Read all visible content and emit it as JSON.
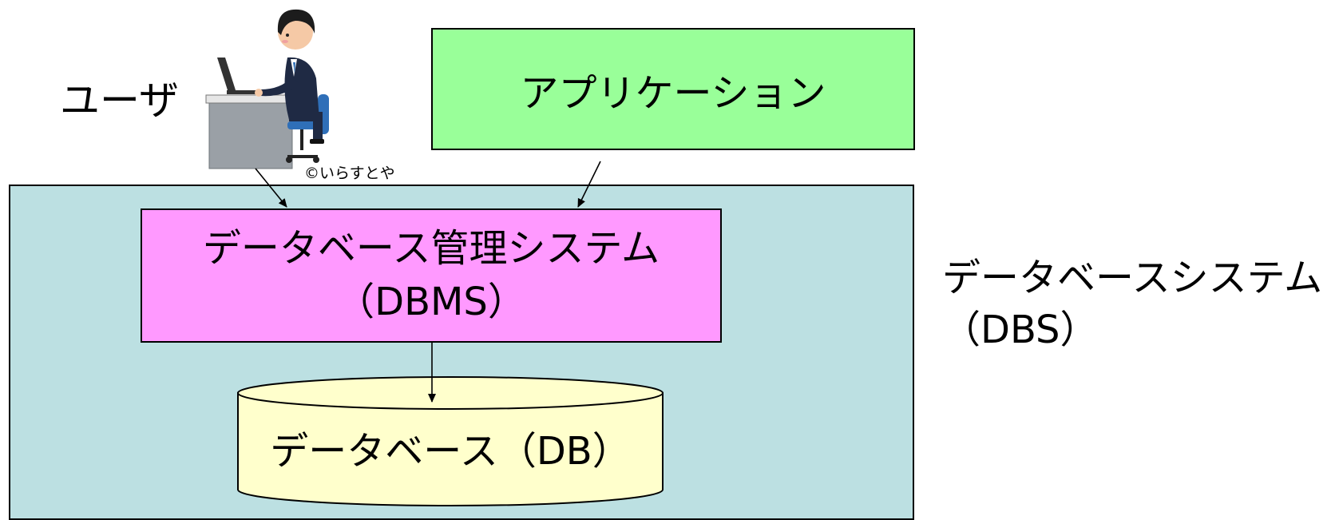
{
  "user": {
    "label": "ユーザ",
    "credit": "©いらすとや"
  },
  "application": {
    "label": "アプリケーション"
  },
  "dbms": {
    "line1": "データベース管理システム",
    "line2": "（DBMS）"
  },
  "database": {
    "label": "データベース（DB）"
  },
  "dbs": {
    "line1": "データベースシステム",
    "line2": "（DBS）"
  },
  "colors": {
    "dbs_fill": "#bce0e2",
    "application_fill": "#99ff99",
    "dbms_fill": "#ff99ff",
    "database_fill": "#ffffcc"
  },
  "icons": {
    "user_illustration": "person-at-computer-icon"
  }
}
